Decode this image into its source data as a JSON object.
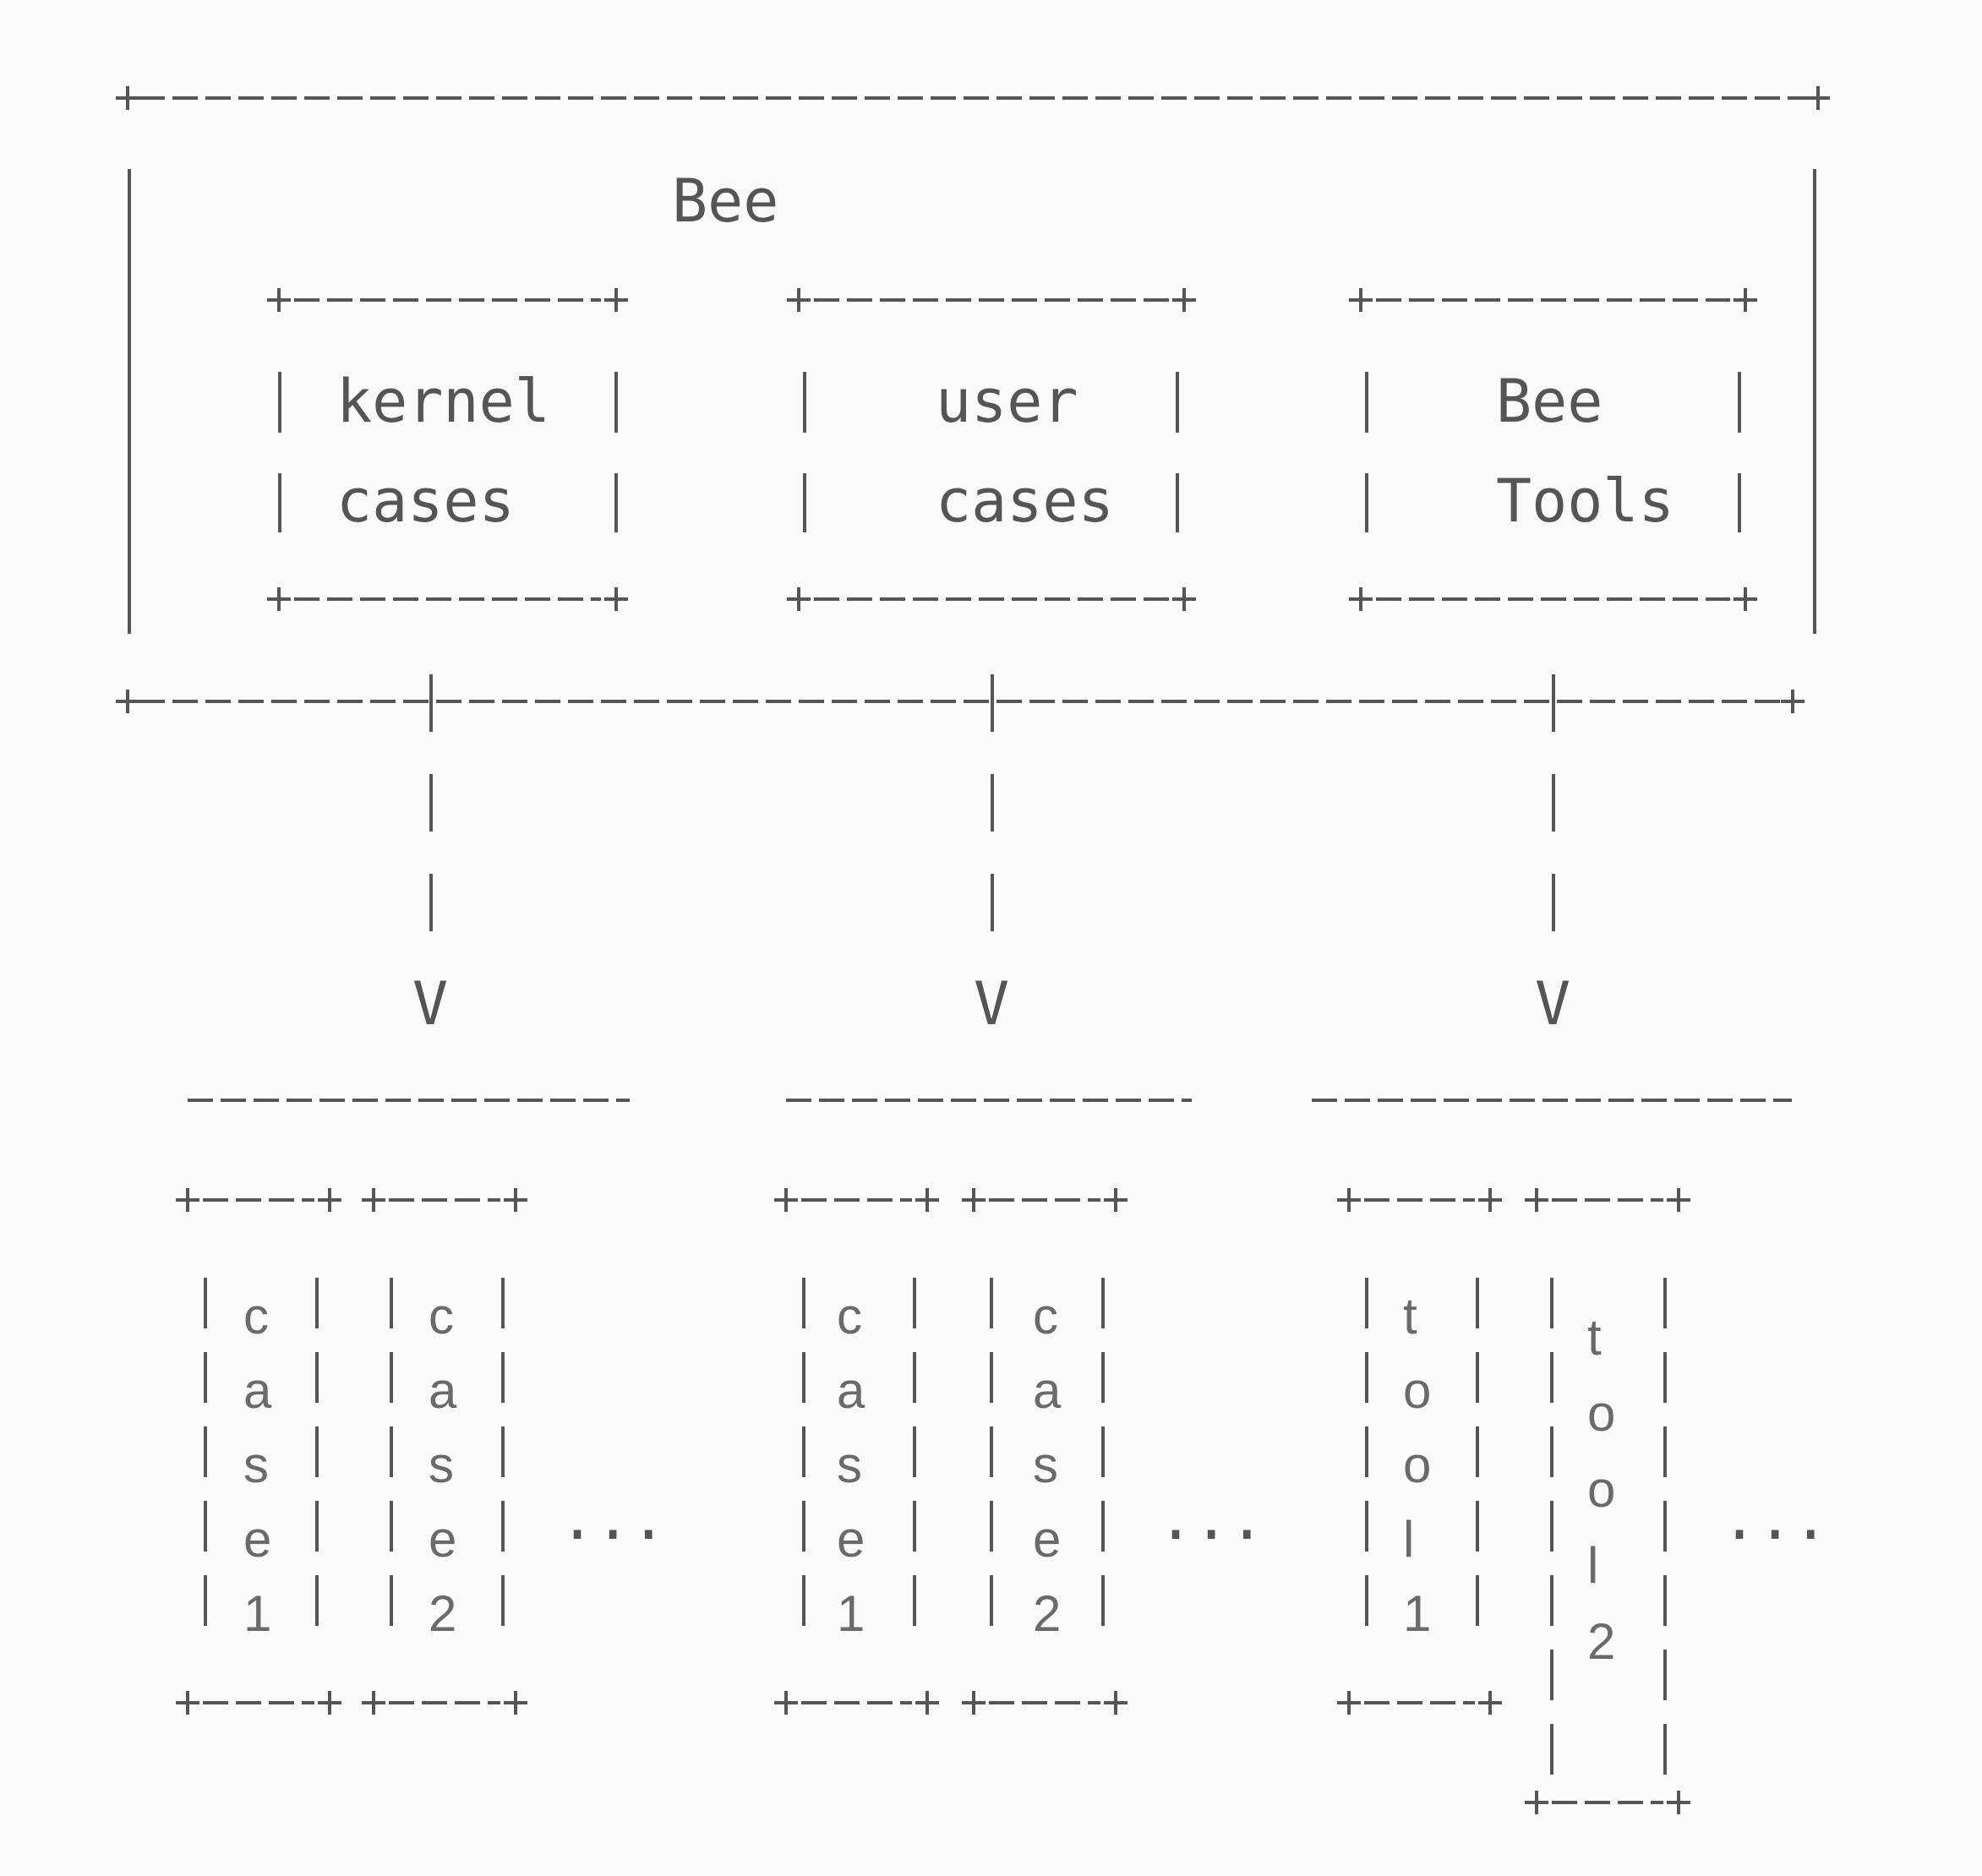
{
  "diagram": {
    "title": "Bee",
    "top_boxes": [
      {
        "line1": "kernel",
        "line2": "cases"
      },
      {
        "line1": "user",
        "line2": "cases"
      },
      {
        "line1": "Bee",
        "line2": "Tools"
      }
    ],
    "arrowhead_glyph": "V",
    "ellipsis": "...",
    "groups": [
      {
        "name": "kernel cases",
        "items": [
          {
            "chars": [
              "c",
              "a",
              "s",
              "e",
              "1"
            ]
          },
          {
            "chars": [
              "c",
              "a",
              "s",
              "e",
              "2"
            ]
          }
        ]
      },
      {
        "name": "user cases",
        "items": [
          {
            "chars": [
              "c",
              "a",
              "s",
              "e",
              "1"
            ]
          },
          {
            "chars": [
              "c",
              "a",
              "s",
              "e",
              "2"
            ]
          }
        ]
      },
      {
        "name": "Bee Tools",
        "items": [
          {
            "chars": [
              "t",
              "o",
              "o",
              "l",
              "1"
            ]
          },
          {
            "chars": [
              "t",
              "o",
              "o",
              "l",
              "2"
            ]
          }
        ]
      }
    ]
  },
  "colors": {
    "background": "#fafafa",
    "ink": "#555555",
    "ink_light": "#6a6a6a"
  }
}
